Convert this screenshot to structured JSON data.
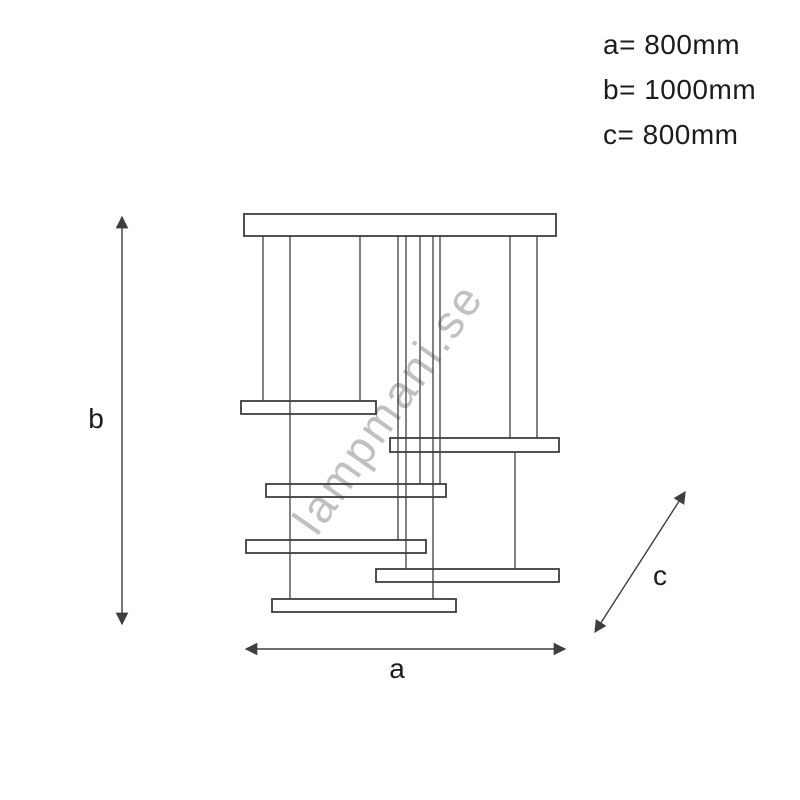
{
  "specs": {
    "line1": "a= 800mm",
    "line2": "b= 1000mm",
    "line3": "c= 800mm"
  },
  "dimension_labels": {
    "a": "a",
    "b": "b",
    "c": "c"
  },
  "watermark": "lampmani.se",
  "colors": {
    "line": "#3e3e3e",
    "text": "#1c1c1c",
    "watermark": "#a8a8a8"
  }
}
